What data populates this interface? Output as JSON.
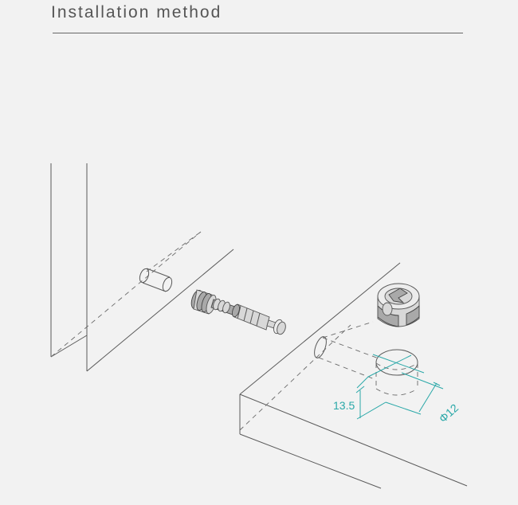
{
  "header": {
    "title": "Installation method"
  },
  "dimensions": {
    "depth_label": "13.5",
    "diameter_label": "Φ12"
  },
  "colors": {
    "dimension": "#2aa8a8",
    "line": "#5a5a5a",
    "background": "#f2f2f2"
  }
}
